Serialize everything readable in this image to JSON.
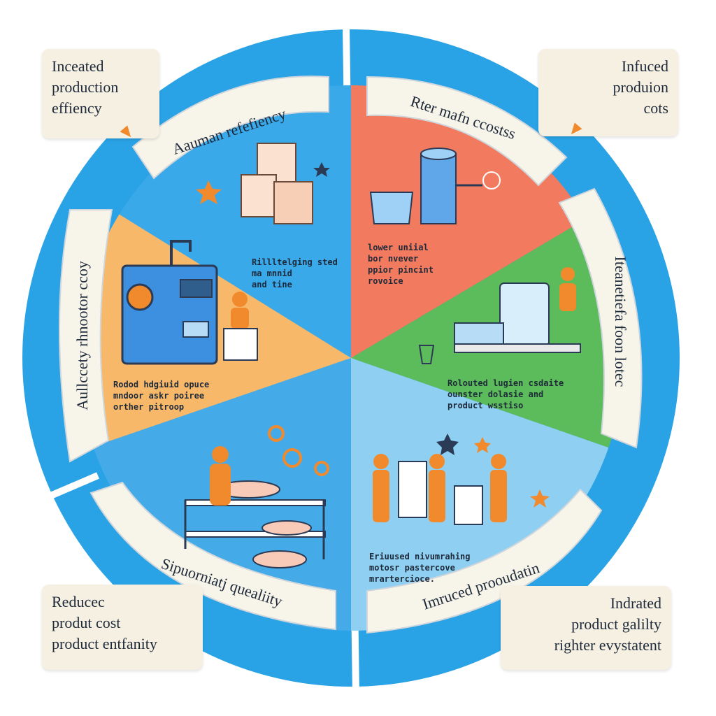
{
  "outer_notes": {
    "top_left": [
      "Inceated",
      "production",
      "effiency"
    ],
    "top_right": [
      "Infuced",
      "produion",
      "cots"
    ],
    "bottom_left": [
      "Reducec",
      "produt cost",
      "product entfanity"
    ],
    "bottom_right": [
      "Indrated",
      "product galilty",
      "righter evystatent"
    ]
  },
  "segment_banners": {
    "top_left": "Aauman refefiency",
    "top_right": "Rter mafn ccostss",
    "left": "Aullccety rhnootor ccoy",
    "right": "Iteanetiefa foon lotec",
    "bottom_left": "Sipuorniatj quealiity",
    "bottom_right": "Imruced prooudatin"
  },
  "inner_captions": {
    "top_left": [
      "Rillltelging sted",
      "ma mnnid",
      "and tine"
    ],
    "top_right": [
      "lower uniial",
      "bor nvever",
      "ppior pincint",
      "rovoice"
    ],
    "left": [
      "Rodod hdgiuid opuce",
      "mndoor askr poiree",
      "orther pitroop"
    ],
    "right": [
      "Rolouted lugien csdaite",
      "ounster dolasie and",
      "product wsstiso"
    ],
    "bottom_right": [
      "Eriuused nivumrahing",
      "motosr pastercove",
      "mrartercioce."
    ]
  },
  "colors": {
    "ring": "#2aa3e6",
    "segment_top_left": "#3aa9ea",
    "segment_top_right": "#f27a5e",
    "segment_left": "#f8b86a",
    "segment_right": "#5cbb5a",
    "segment_bottom_left": "#45abe8",
    "segment_bottom_right": "#8fd0f2",
    "note_background": "#f6f0e2",
    "accent_orange": "#f08a2c",
    "banner_background": "#f7f4ea"
  },
  "icons": [
    "star-icon",
    "sparkle-icon",
    "gear-icon",
    "worker-icon",
    "machine-icon",
    "tank-icon",
    "cube-icon",
    "tag-icon"
  ]
}
